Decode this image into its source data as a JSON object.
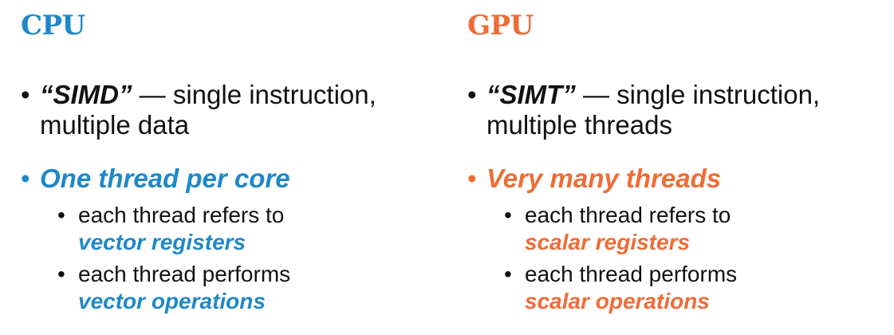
{
  "colors": {
    "cpu": "#1e88c8",
    "gpu": "#ef6c35",
    "text": "#111111"
  },
  "cpu": {
    "heading": "CPU",
    "bullet1": {
      "term": "“SIMD”",
      "rest_line1": " — single instruction,",
      "line2": "multiple data"
    },
    "bullet2": "One thread per core",
    "sub1": {
      "line1": "each thread refers to",
      "line2": "vector registers"
    },
    "sub2": {
      "line1": "each thread performs",
      "line2": "vector operations"
    }
  },
  "gpu": {
    "heading": "GPU",
    "bullet1": {
      "term": "“SIMT”",
      "rest_line1": " — single instruction,",
      "line2": "multiple threads"
    },
    "bullet2": "Very many threads",
    "sub1": {
      "line1": "each thread refers to",
      "line2": "scalar registers"
    },
    "sub2": {
      "line1": "each thread performs",
      "line2": "scalar operations"
    }
  }
}
